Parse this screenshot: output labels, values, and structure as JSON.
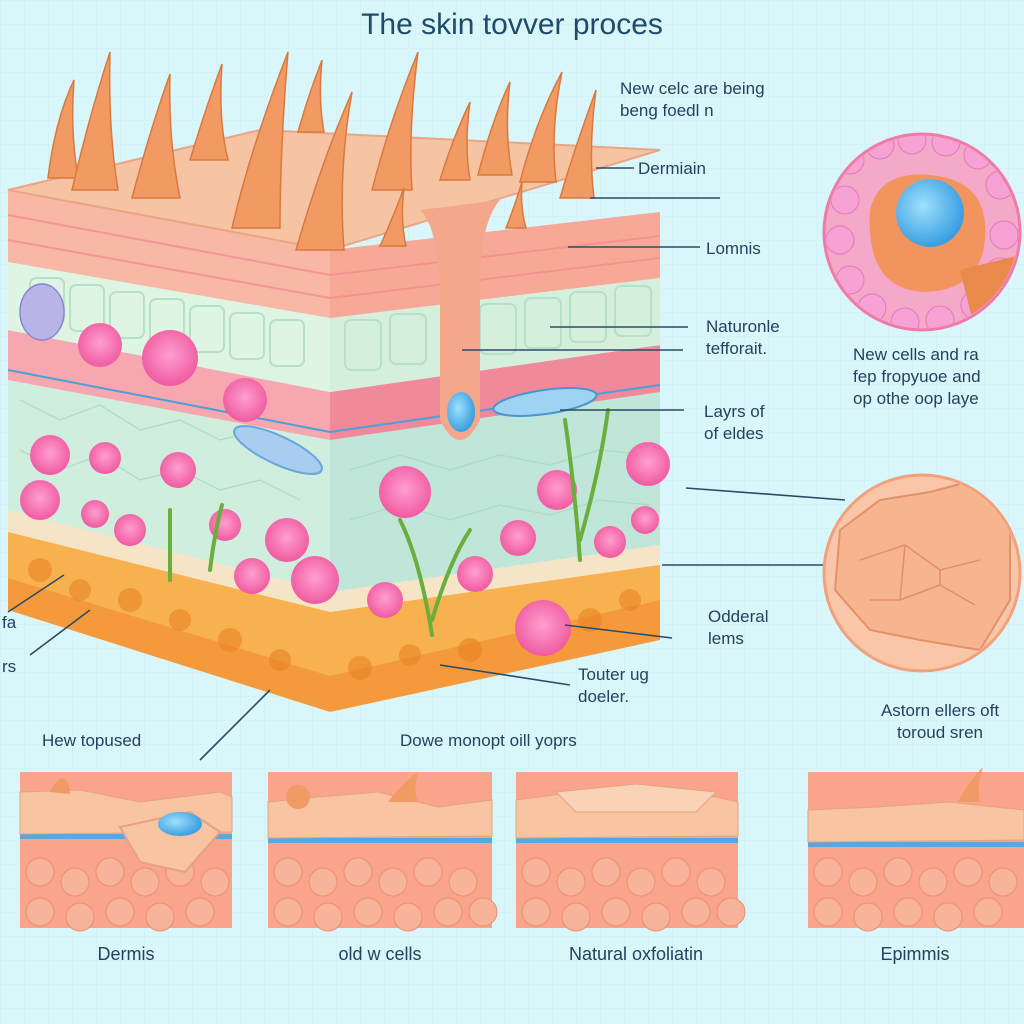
{
  "title": "The skin tovver proces",
  "labels": {
    "top_right": "New celc are being\nbeng foedl n",
    "dermis": "Dermiain",
    "lomnis": "Lomnis",
    "naturonle": "Naturonle\ntefforait.",
    "layers": "Layrs of\nof eldes",
    "odderal": "Odderal\nlems",
    "touter": "Touter ug\ndoeler.",
    "left_fa": "fa",
    "left_rs": "rs",
    "hew": "Hew topused",
    "dowe": "Dowe monopt oill yoprs",
    "new_cells_right": "New cells and ra\nfep fropyuoe and\nop othe oop laye",
    "astorn": "Astorn ellers oft\ntoroud sren"
  },
  "panels": [
    {
      "caption": "Dermis"
    },
    {
      "caption": "old w cells"
    },
    {
      "caption": "Natural oxfoliatin"
    },
    {
      "caption": "Epimmis"
    }
  ],
  "colors": {
    "background": "#d9f6fb",
    "skin_surface": "#f7c4a3",
    "pink_layer": "#f6a0a8",
    "green_cells": "#cfeedd",
    "orange_fat": "#f59a3c",
    "cell_pink": "#ff7fb8",
    "nucleus_blue": "#5fb6ee"
  }
}
